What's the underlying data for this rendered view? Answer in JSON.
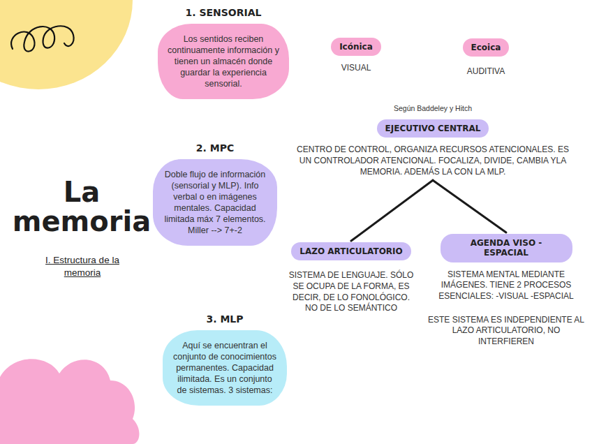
{
  "diagram": {
    "title": "La memoria",
    "nodes": [
      {
        "text": [
          "1. SENSORIAL",
          "Los sentidos reciben continuamente información y tienen un almacén donde guardar la experiencia sensorial."
        ]
      },
      {
        "text": [
          "Icónica",
          "VISUAL"
        ]
      },
      {
        "text": [
          "Ecoica",
          "AUDITIVA"
        ]
      },
      {
        "text": [
          "2. MPC",
          "Doble flujo de información (sensorial y MLP). Info verbal o en imágenes mentales. Capacidad limitada máx 7 elementos. Miller --> 7+-2"
        ]
      },
      {
        "text": [
          "EJECUTIVO CENTRAL",
          "CENTRO DE CONTROL, ORGANIZA RECURSOS ATENCIONALES. ES UN CONTROLADOR ATENCIONAL. FOCALIZA, DIVIDE, CAMBIA YLA MEMORIA. ADEMÁS LA CON LA MLP."
        ]
      },
      {
        "text": [
          "LAZO ARTICULATORIO",
          "SISTEMA DE LENGUAJE. SÓLO SE OCUPA DE LA FORMA, ES DECIR, DE LO FONOLÓGICO. NO DE LO SEMÁNTICO"
        ]
      },
      {
        "text": [
          "AGENDA VISO - ESPACIAL",
          "SISTEMA MENTAL MEDIANTE IMÁGENES. TIENE 2 PROCESOS ESENCIALES: -VISUAL -ESPACIAL",
          "ESTE SISTEMA ES INDEPENDIENTE AL LAZO ARTICULATORIO, NO INTERFIEREN"
        ]
      },
      {
        "text": [
          "3. MLP",
          "Aquí se encuentran el conjunto de conocimientos permanentes. Capacidad ilimitada. Es un conjunto de sistemas. 3 sistemas:"
        ]
      }
    ],
    "edges": [
      {
        "from": 4,
        "to": 5,
        "arrow": "none"
      },
      {
        "from": 4,
        "to": 6,
        "arrow": "none"
      }
    ],
    "labels": [
      "I. Estructura de la memoria",
      "Según Baddeley y Hitch"
    ]
  }
}
